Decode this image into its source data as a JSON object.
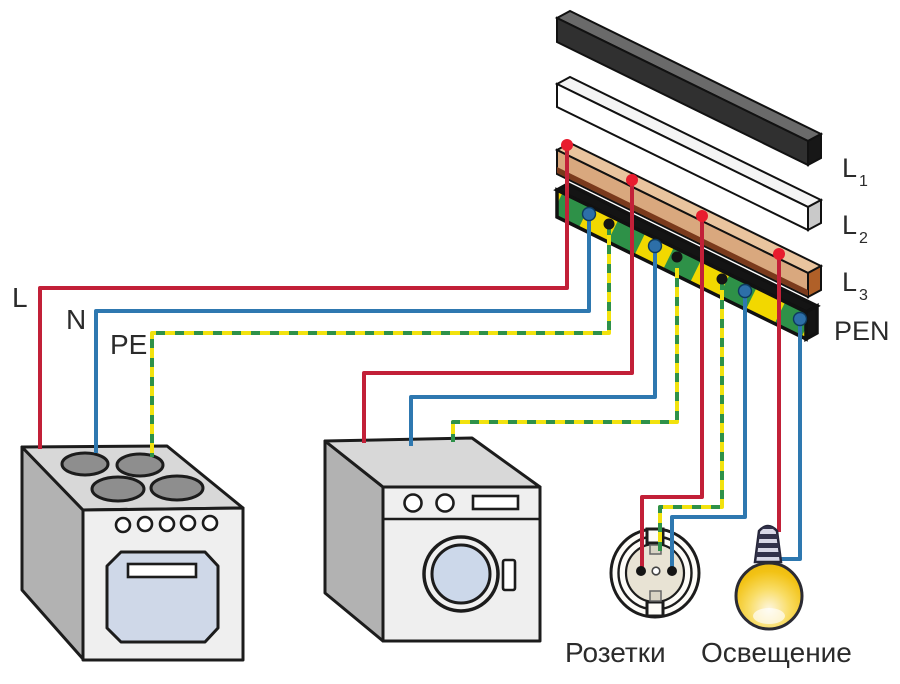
{
  "colors": {
    "bg": "#ffffff",
    "wire-red": "#c22038",
    "wire-blue": "#2e78b0",
    "wire-yellow": "#f2e20e",
    "wire-green": "#2e9149",
    "dot-red": "#e81c2e",
    "dot-blue": "#2d6fa8",
    "dot-black": "#141414",
    "bar-l1-front": "#303030",
    "bar-l1-top": "#6a6a6a",
    "bar-l1-cap": "#171717",
    "bar-l2-front": "#ffffff",
    "bar-l2-top": "#f4f4f4",
    "bar-l2-cap": "#c9c9c9",
    "bar-l3-front": "#d9a87e",
    "bar-l3-top": "#e9c49e",
    "bar-l3-stripe": "#7a3a1c",
    "bar-l3-cap": "#b06028",
    "pen-yellow": "#f2d800",
    "pen-green": "#2e9148",
    "pen-dark": "#141414",
    "appl-front": "#efefef",
    "appl-top": "#d8d8d8",
    "appl-side": "#b2b2b2",
    "outline": "#1c1c1c",
    "burner": "#8e8e8e",
    "panel-blue": "#cfd8e8",
    "socket-face": "#fdfcf8",
    "socket-recess": "#e8e3d4",
    "bulb-yellow": "#f2c214",
    "bulb-glow": "#fdf6e0",
    "base-light": "#d8d8e6",
    "base-dark": "#32324a",
    "label": "#2b2b2b"
  },
  "busbars": [
    {
      "id": "L1",
      "label": "L",
      "sub": "1"
    },
    {
      "id": "L2",
      "label": "L",
      "sub": "2"
    },
    {
      "id": "L3",
      "label": "L",
      "sub": "3"
    },
    {
      "id": "PEN",
      "label": "PEN",
      "sub": ""
    }
  ],
  "wires": {
    "live": "L",
    "neutral": "N",
    "earth": "PE"
  },
  "appliances": {
    "sockets": "Розетки",
    "lighting": "Освещение"
  },
  "connections": [
    {
      "appliance": "electric-stove",
      "live": "L3",
      "neutral": "PEN",
      "earth": "PEN"
    },
    {
      "appliance": "washing-machine",
      "live": "L3",
      "neutral": "PEN",
      "earth": "PEN"
    },
    {
      "appliance": "socket",
      "live": "L3",
      "neutral": "PEN",
      "earth": "PEN"
    },
    {
      "appliance": "lighting",
      "live": "L3",
      "neutral": "PEN"
    }
  ]
}
